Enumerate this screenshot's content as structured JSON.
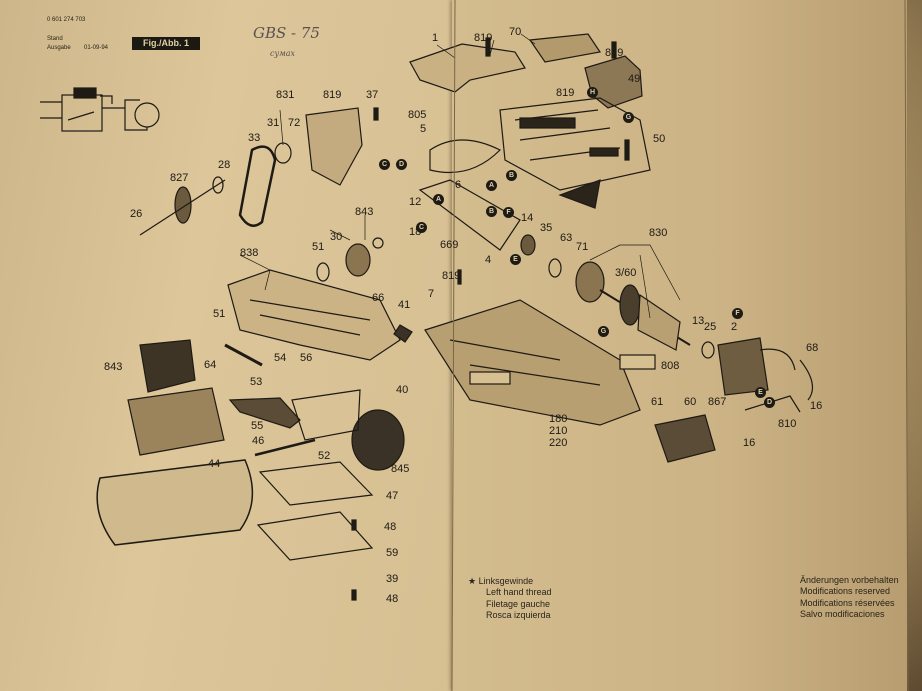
{
  "header": {
    "doc_number": "0 601 274 703",
    "stand_label": "Stand",
    "ausgabe_label": "Ausgabe",
    "date": "01-09-94",
    "fig_label": "Fig./Abb. 1",
    "handwritten_model": "GBS - 75",
    "handwritten_sub": "сумах"
  },
  "part_numbers": [
    "1",
    "819",
    "70",
    "819",
    "49",
    "831",
    "37",
    "819",
    "31",
    "72",
    "805",
    "5",
    "819",
    "50",
    "33",
    "28",
    "827",
    "26",
    "843",
    "30",
    "6",
    "12",
    "18",
    "14",
    "35",
    "63",
    "71",
    "830",
    "838",
    "51",
    "819",
    "669",
    "4",
    "7",
    "3/60",
    "66",
    "41",
    "51",
    "13",
    "25",
    "2",
    "843",
    "64",
    "54",
    "56",
    "40",
    "68",
    "53",
    "55",
    "46",
    "52",
    "845",
    "808",
    "180",
    "210",
    "220",
    "61",
    "60",
    "867",
    "16",
    "810",
    "16",
    "44",
    "47",
    "48",
    "59",
    "39",
    "48"
  ],
  "circle_callouts": [
    "C",
    "D",
    "B",
    "A",
    "B",
    "A",
    "C",
    "F",
    "E",
    "G",
    "H",
    "G",
    "F",
    "E",
    "D"
  ],
  "footnote": {
    "star": "★",
    "lines": [
      "Linksgewinde",
      "Left hand thread",
      "Filetage gauche",
      "Rosca izquierda"
    ]
  },
  "notice": [
    "Änderungen vorbehalten",
    "Modifications reserved",
    "Modifications réservées",
    "Salvo modificaciones"
  ],
  "colors": {
    "paper": "#d6bf91",
    "ink": "#1e1a14",
    "background": "#3a2c1c"
  }
}
